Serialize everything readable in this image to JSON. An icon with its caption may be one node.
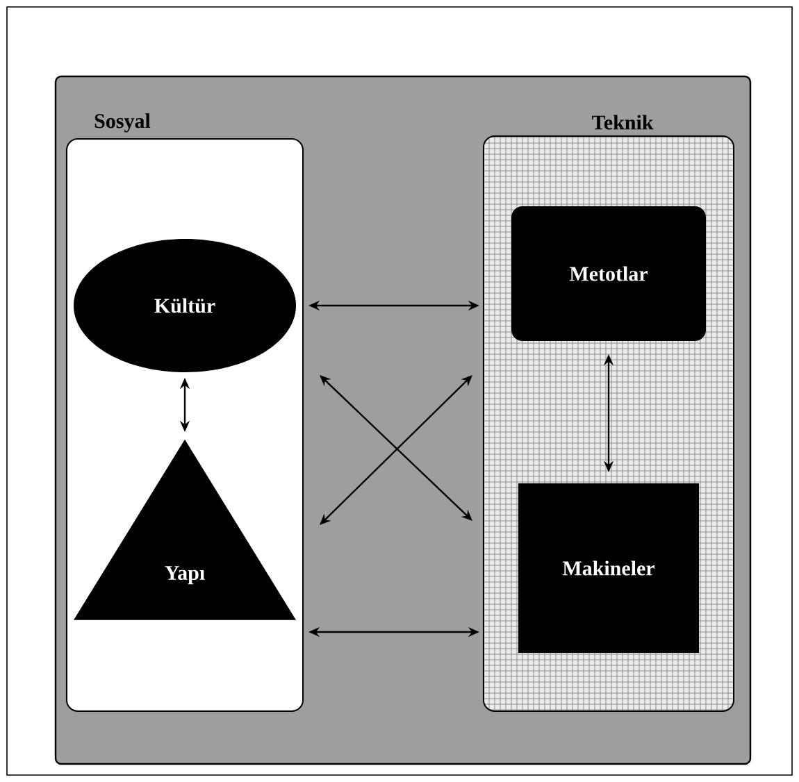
{
  "diagram": {
    "nodes": [
      {
        "text": [
          "Sosyal"
        ]
      },
      {
        "text": [
          "Teknik"
        ]
      },
      {
        "text": [
          "Kültür"
        ],
        "in": 0
      },
      {
        "text": [
          "Yapı"
        ],
        "in": 0
      },
      {
        "text": [
          "Metotlar"
        ],
        "in": 1
      },
      {
        "text": [
          "Makineler"
        ],
        "in": 1
      }
    ],
    "edges": [
      {
        "from": 2,
        "to": 4,
        "arrow": "both"
      },
      {
        "from": 2,
        "to": 3,
        "arrow": "both"
      },
      {
        "from": 4,
        "to": 5,
        "arrow": "both"
      },
      {
        "from": 2,
        "to": 5,
        "arrow": "both"
      },
      {
        "from": 3,
        "to": 4,
        "arrow": "both"
      },
      {
        "from": 3,
        "to": 5,
        "arrow": "both"
      }
    ]
  }
}
